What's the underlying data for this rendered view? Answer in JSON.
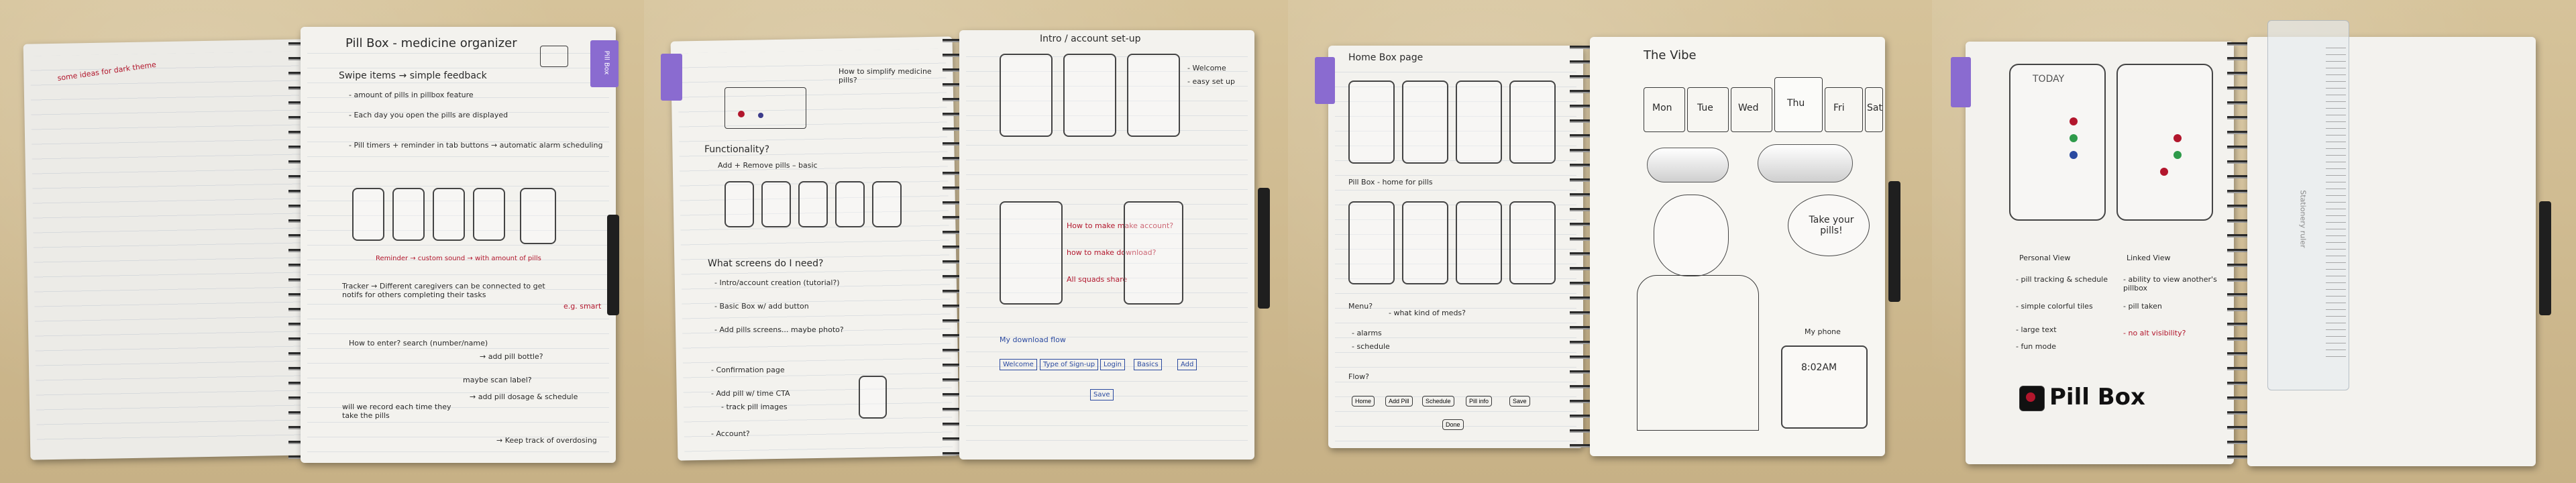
{
  "panel1": {
    "title": "Pill Box - medicine organizer",
    "tab_label": "Pill Box",
    "left_note": "some ideas for dark theme",
    "lines": [
      "Swipe items → simple feedback",
      "- amount of pills in pillbox feature",
      "- Each day you open the pills are displayed",
      "- Pill timers + reminder in tab buttons → automatic alarm scheduling",
      "Tracker → Different caregivers can be connected to get notifs for others completing their tasks",
      "How to enter? search (number/name)",
      "→ add pill bottle?",
      "maybe scan label?",
      "→ add pill dosage & schedule",
      "will we record each time they take the pills",
      "→ Keep track of overdosing"
    ],
    "caption": "Reminder → custom sound → with amount of pills",
    "red_note": "e.g. smart"
  },
  "panel2": {
    "left_lines": [
      "How to simplify medicine pills?",
      "Functionality?",
      "Add + Remove pills – basic",
      "What screens do I need?",
      "- Intro/account creation (tutorial?)",
      "- Basic Box w/ add button",
      "- Add pills screens... maybe photo?",
      "- Confirmation page",
      "- Add pill w/ time CTA",
      "- track pill images",
      "- Account?"
    ],
    "right_title": "Intro / account set-up",
    "right_lines": [
      "- Welcome",
      "- easy set up",
      "How to make make account?",
      "how to make download?",
      "All squads share"
    ],
    "flow_title": "My download flow",
    "flow_nodes": [
      "Welcome",
      "Type of Sign-up",
      "Login",
      "Basics",
      "Add",
      "Save"
    ]
  },
  "panel3": {
    "left_title": "Home Box page",
    "left_lines": [
      "Pill Box - home for pills",
      "Menu?",
      "- what kind of meds?",
      "- alarms",
      "- schedule",
      "Flow?"
    ],
    "flow_nodes": [
      "Home",
      "Add Pill",
      "Schedule",
      "Pill info",
      "Save",
      "Done"
    ],
    "vibe_title": "The Vibe",
    "days": [
      "Mon",
      "Tue",
      "Wed",
      "Thu",
      "Fri",
      "Sat"
    ],
    "speech": "Take your pills!",
    "caption": "My phone",
    "phone_time": "8:02AM"
  },
  "panel4": {
    "screen_title": "TODAY",
    "labels": [
      "Personal View",
      "Linked View"
    ],
    "notes": [
      "- pill tracking & schedule",
      "- simple colorful tiles",
      "- large text",
      "- fun mode",
      "- ability to view another's pillbox",
      "- pill taken",
      "- no alt visibility?"
    ],
    "logo_text": "Pill Box",
    "ruler_text": "Stationery ruler"
  },
  "colors": {
    "accent_purple": "#8a6bd0",
    "ink_red": "#b2162c",
    "ink_blue": "#2b4aa0"
  }
}
